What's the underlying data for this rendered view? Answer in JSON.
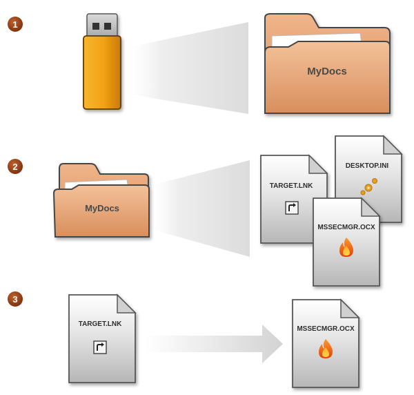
{
  "steps": [
    {
      "number": "1"
    },
    {
      "number": "2"
    },
    {
      "number": "3"
    }
  ],
  "labels": {
    "folder": "MyDocs",
    "target_lnk": "TARGET.LNK",
    "desktop_ini": "DESKTOP.INI",
    "mssecmgr_ocx": "MSSECMGR.OCX"
  },
  "icons": {
    "usb": "usb-drive-icon",
    "folder": "folder-icon",
    "shortcut": "shortcut-arrow-icon",
    "gear": "gear-icon",
    "flame": "flame-icon"
  },
  "colors": {
    "badge": "#8a3a12",
    "usb_body": "#f0a010",
    "folder": "#e9a87a",
    "file": "#d4d4d4"
  }
}
